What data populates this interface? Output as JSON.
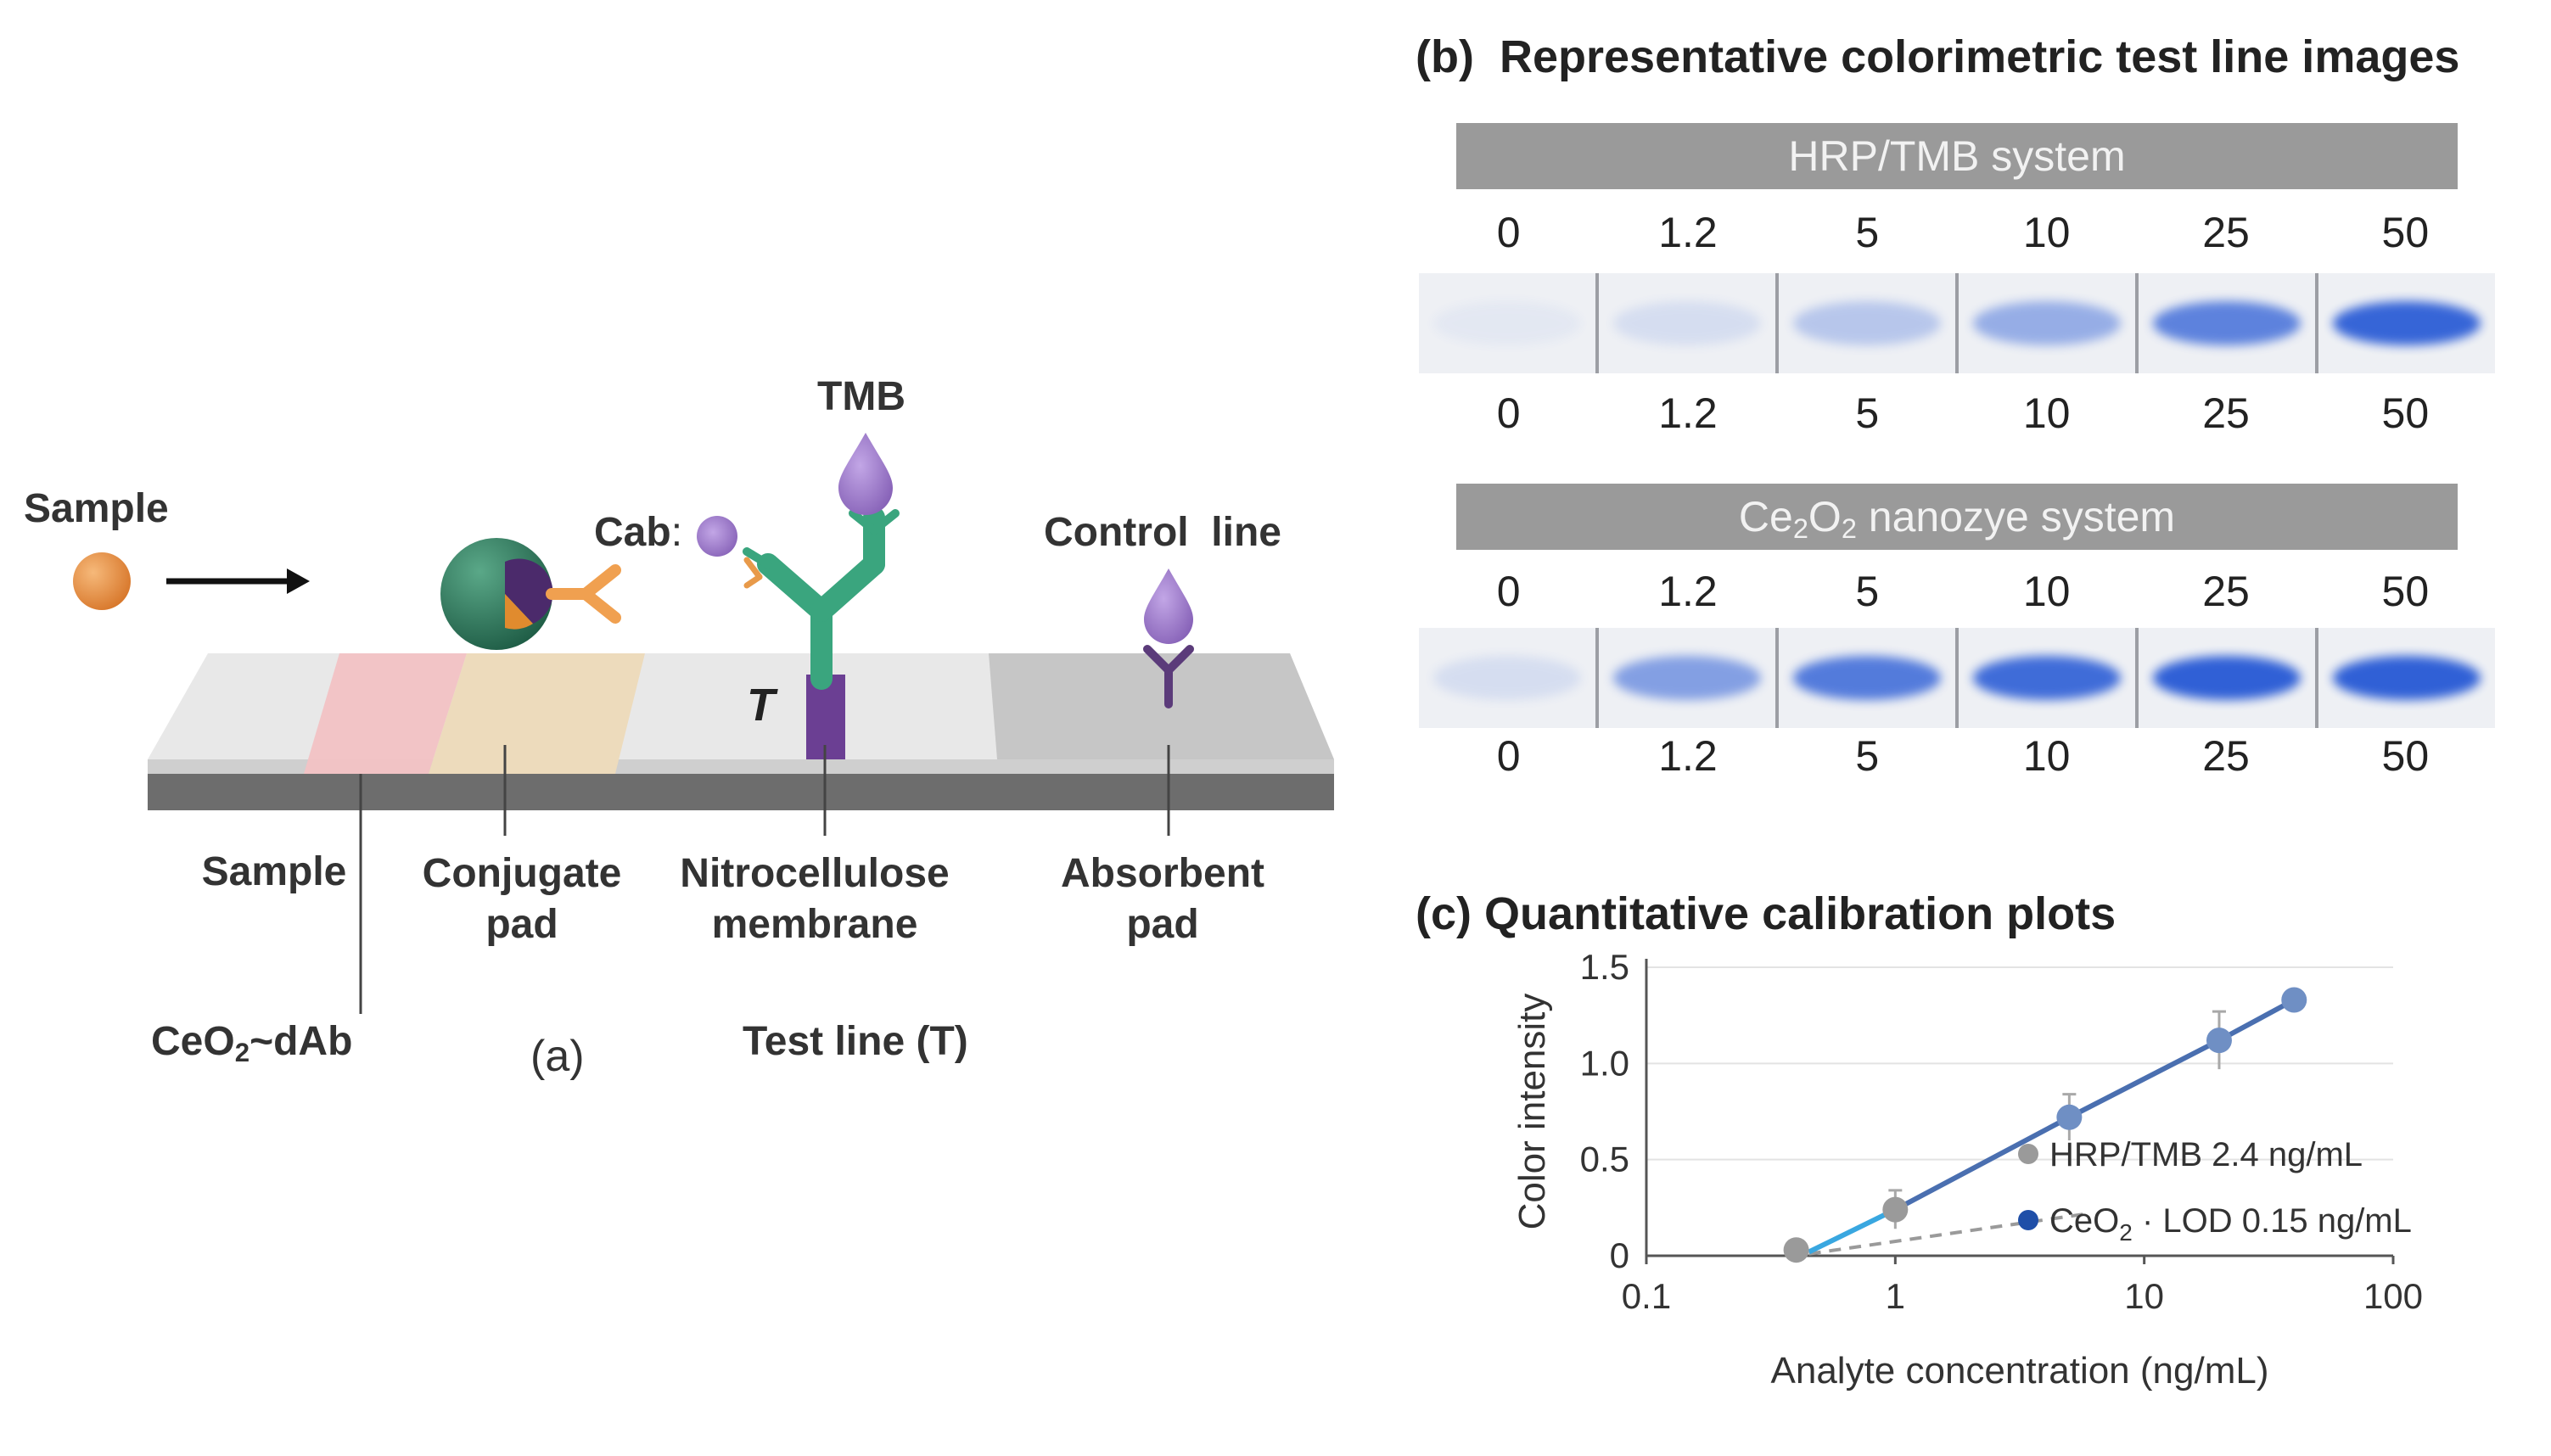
{
  "panel_a": {
    "sample_label": "Sample",
    "cab_label": "Cab",
    "tmb_label": "TMB",
    "control_line_label": "Control  line",
    "t_label": "T",
    "pad_sample": "Sample",
    "pad_conjugate_1": "Conjugate",
    "pad_conjugate_2": "pad",
    "pad_nitro_1": "Nitrocellulose",
    "pad_nitro_2": "membrane",
    "pad_absorbent_1": "Absorbent",
    "pad_absorbent_2": "pad",
    "ceo2_prefix": "CeO",
    "ceo2_sub": "2",
    "ceo2_suffix": "~dAb",
    "caption": "(a)",
    "test_line_label": "Test line (T)",
    "colors": {
      "sample_pad": "#f3c4c6",
      "conjugate_pad": "#efdcbd",
      "membrane": "#e6e6e6",
      "absorbent_pad": "#c8c8c8",
      "nanoparticle": "#2e7a5e",
      "antibody": "#3aa57e",
      "tmb_drop": "#9a7bc4",
      "control_antibody": "#5b3b7a",
      "test_line": "#6b3f93",
      "sample_ball": "#e0883a"
    }
  },
  "panel_b": {
    "letter": "(b)",
    "title": "Representative colorimetric test line images",
    "hrp_system_label": "HRP/TMB system",
    "ce_system_prefix": "Ce",
    "ce_system_sub1": "2",
    "ce_system_mid": "O",
    "ce_system_sub2": "2",
    "ce_system_suffix": " nanozye system",
    "concentrations": [
      "0",
      "1.2",
      "5",
      "10",
      "25",
      "50"
    ],
    "hrp_intensity": [
      0.05,
      0.12,
      0.28,
      0.45,
      0.75,
      0.95
    ],
    "ce_intensity": [
      0.12,
      0.55,
      0.8,
      0.9,
      0.98,
      0.98
    ]
  },
  "panel_c": {
    "letter": "(c)",
    "title": "Quantitative calibration plots",
    "legend_hrp": "HRP/TMB  2.4 ng/mL",
    "legend_ce_prefix": "CeO",
    "legend_ce_sub": "2",
    "legend_ce_suffix": " ·  LOD 0.15 ng/mL",
    "legend_colors": {
      "hrp": "#9a9a9a",
      "ce": "#1f4fa8"
    }
  },
  "chart_data": {
    "type": "line",
    "title": "Quantitative calibration plots",
    "xlabel": "Analyte concentration (ng/mL)",
    "ylabel": "Color intensity",
    "x_scale": "log",
    "xlim": [
      0.1,
      100
    ],
    "ylim": [
      0,
      1.5
    ],
    "x_ticks": [
      "0.1",
      "1",
      "10",
      "100"
    ],
    "y_ticks": [
      "0",
      "0.5",
      "1.0",
      "1.5"
    ],
    "series": [
      {
        "name": "HRP/TMB",
        "x": [
          0.4,
          1
        ],
        "y": [
          0.03,
          0.24
        ],
        "error": [
          0,
          0.1
        ]
      },
      {
        "name": "CeO2",
        "x": [
          5,
          20,
          40
        ],
        "y": [
          0.72,
          1.12,
          1.33
        ],
        "error": [
          0.12,
          0.15,
          0
        ]
      }
    ],
    "grid": true
  }
}
